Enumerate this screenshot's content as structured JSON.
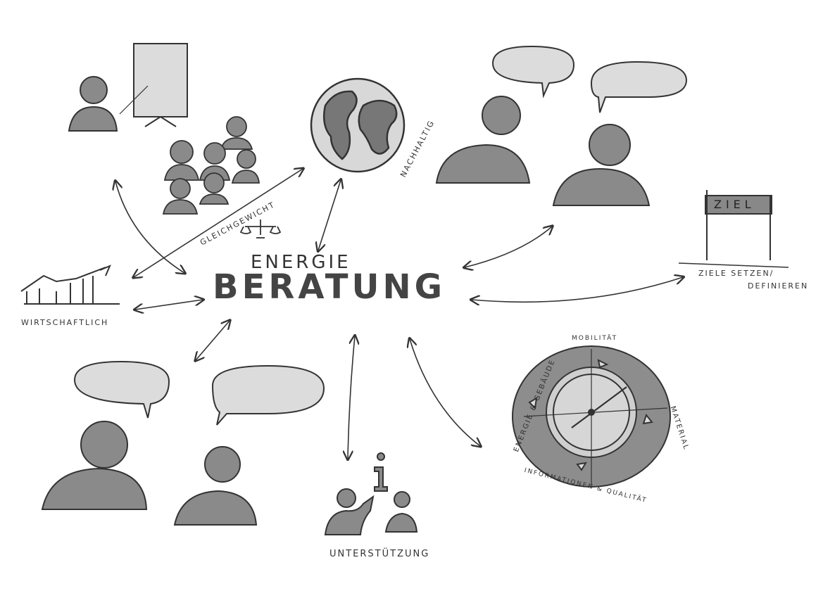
{
  "center": {
    "line1": "ENERGIE",
    "line2": "BERATUNG"
  },
  "labels": {
    "gleichgewicht": "GLEICHGEWICHT",
    "nachhaltig": "NACHHALTIG",
    "wirtschaftlich": "WIRTSCHAFTLICH",
    "unterstuetzung": "UNTERSTÜTZUNG",
    "ziele": "ZIELE SETZEN/",
    "definieren": "DEFINIEREN",
    "sign": "ZIEL",
    "mobilitaet": "MOBILITÄT",
    "material": "MATERIAL",
    "energie_gebaeude": "ENERGIE & GEBÄUDE",
    "information_qualitaet": "INFORMATIONEN & QUALITÄT",
    "info_symbol": "i"
  },
  "colors": {
    "ink": "#333333",
    "fill": "#9a9a9a",
    "light_fill": "#e2e2e2",
    "paper": "#ffffff"
  }
}
